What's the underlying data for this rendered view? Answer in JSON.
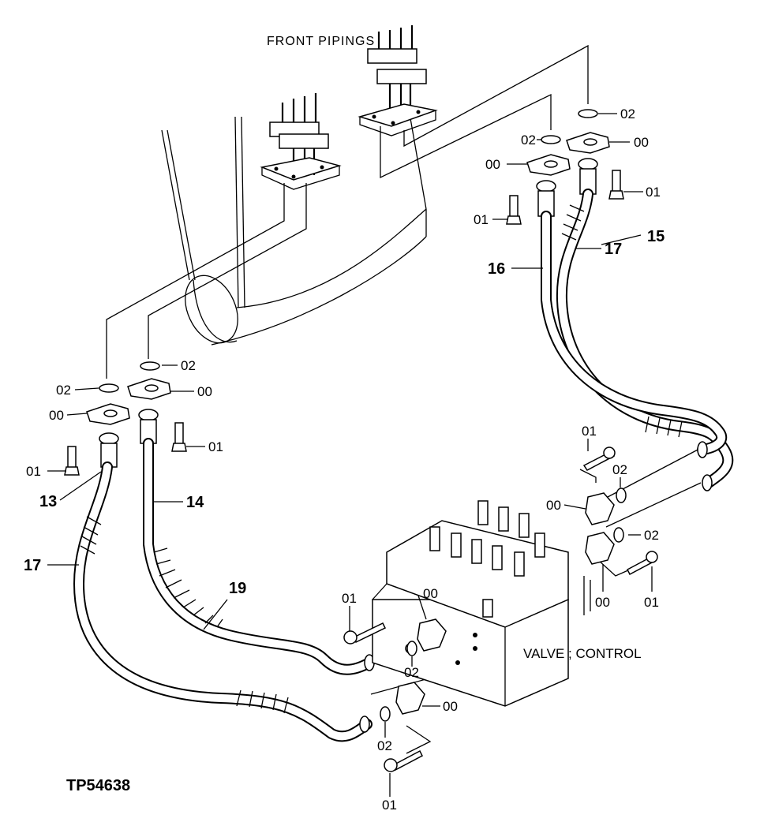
{
  "diagram": {
    "title": "FRONT PIPINGS",
    "component_label": "VALVE ; CONTROL",
    "drawing_id": "TP54638",
    "callouts": {
      "c01_a": "01",
      "c01_b": "01",
      "c01_c": "01",
      "c01_d": "01",
      "c01_e": "01",
      "c01_f": "01",
      "c01_g": "01",
      "c01_h": "01",
      "c02_a": "02",
      "c02_b": "02",
      "c02_c": "02",
      "c02_d": "02",
      "c02_e": "02",
      "c02_f": "02",
      "c02_g": "02",
      "c02_h": "02",
      "c00_a": "00",
      "c00_b": "00",
      "c00_c": "00",
      "c00_d": "00",
      "c00_e": "00",
      "c00_f": "00",
      "c00_g": "00",
      "c00_h": "00",
      "c13": "13",
      "c14": "14",
      "c15": "15",
      "c16": "16",
      "c17_a": "17",
      "c17_b": "17",
      "c19": "19"
    }
  }
}
